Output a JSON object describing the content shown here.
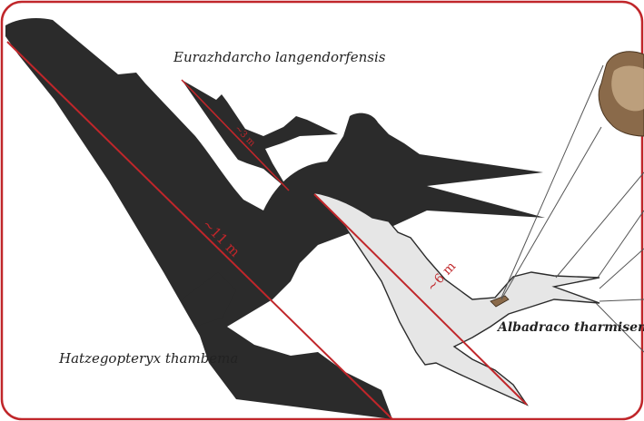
{
  "colors": {
    "frame": "#c0262a",
    "silhouette_dark": "#2b2b2b",
    "silhouette_light": "#e6e6e6",
    "scale_line": "#c0262a",
    "bone": "#8a6a4a"
  },
  "species": {
    "hatzegopteryx": {
      "name": "Hatzegopteryx thambema",
      "wingspan": "~11 m"
    },
    "eurazhdarcho": {
      "name": "Eurazhdarcho langendorfensis",
      "wingspan": "~3 m"
    },
    "albadraco": {
      "name": "Albadraco tharmisensis",
      "wingspan": "~6 m"
    }
  }
}
